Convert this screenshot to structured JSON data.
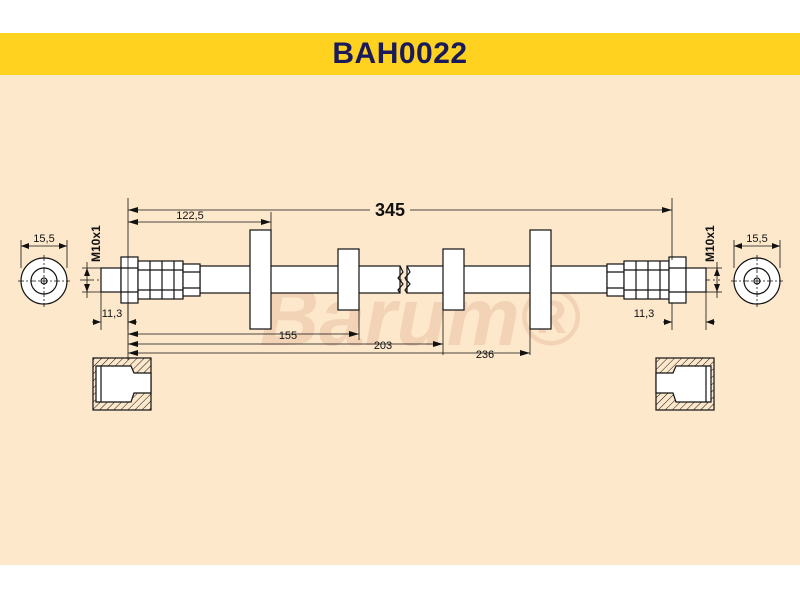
{
  "header": {
    "title": "BAH0022"
  },
  "watermark": {
    "text": "Barum®"
  },
  "dimensions": {
    "overall_length": "345",
    "left_distance": "122,5",
    "clip_2": "155",
    "clip_3": "203",
    "clip_4": "236",
    "left_fitting_dia": "15,5",
    "right_fitting_dia": "15,5",
    "left_thread": "M10x1",
    "right_thread": "M10x1",
    "left_fitting_len": "11,3",
    "right_fitting_len": "11,3"
  },
  "colors": {
    "header_bg": "#ffd21f",
    "header_text": "#1a1a5a",
    "panel_bg": "#fde8cc",
    "watermark": "#f2d3b6",
    "line": "#111111"
  }
}
